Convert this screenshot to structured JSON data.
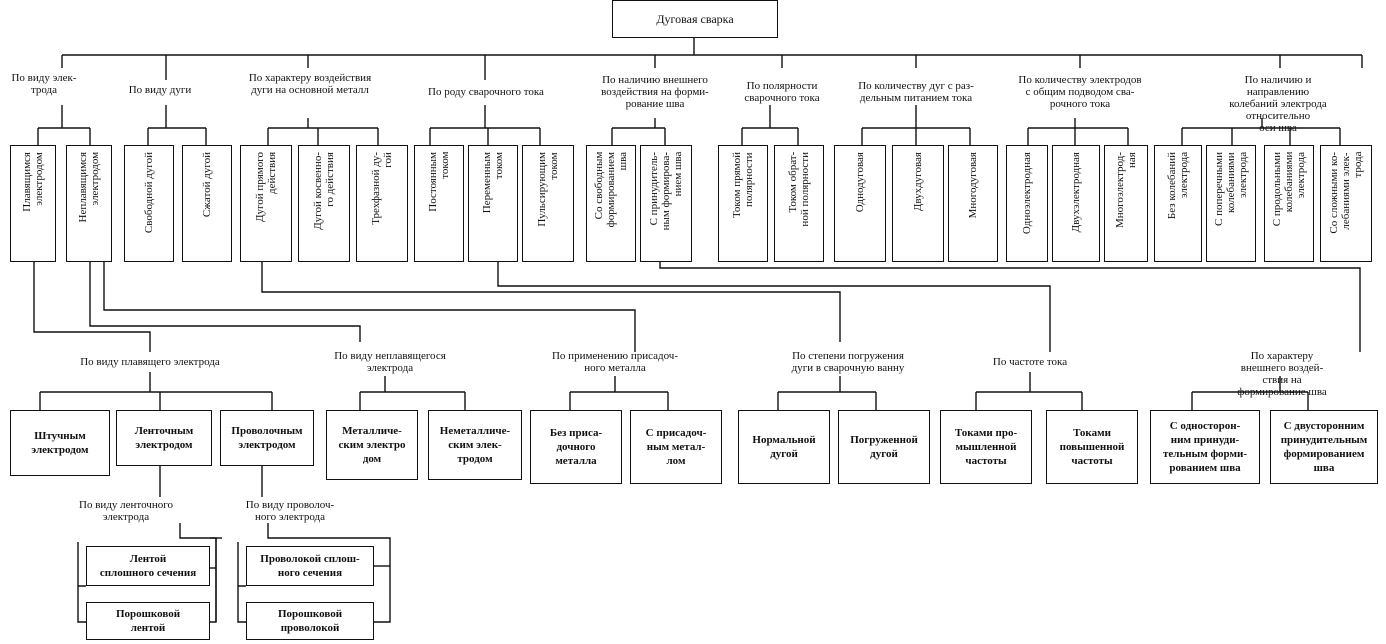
{
  "root": "Дуговая сварка",
  "criteria_top": [
    "По виду элек-\nтрода",
    "По виду дуги",
    "По характеру воздействия\nдуги на основной металл",
    "По роду сварочного тока",
    "По наличию внешнего\nвоздействия на форми-\nрование шва",
    "По полярности\nсварочного тока",
    "По  количеству дуг с раз-\nдельным питанием тока",
    "По количеству электродов\nс общим подводом сва-\nрочного тока",
    "По наличию и направлению\nколебаний электрода относительно\nоси шва"
  ],
  "vertical_boxes": [
    "Плавящимся\nэлектродом",
    "Неплавящимся\nэлектродом",
    "Свободной дугой",
    "Сжатой дугой",
    "Дугой прямого\nдействия",
    "Дугой косвенно-\nго действия",
    "Трехфазной ду-\nгой",
    "Постоянным\nтоком",
    "Переменным\nтоком",
    "Пульсирующим\nтоком",
    "Со свободным\nформированием\nшва",
    "С принудитель-\nным формирова-\nнием шва",
    "Током прямой\nполярности",
    "Током обрат-\nной полярности",
    "Однодуговая",
    "Двухдуговая",
    "Многодуговая",
    "Одноэлектродная",
    "Двухэлектродная",
    "Многоэлектрод-\nная",
    "Без колебаний\nэлектрода",
    "С поперечными\nколебаниями\nэлектрода",
    "С продольными\nколебаниями\nэлектрода",
    "Со сложными ко-\nлебаниями элек-\nтрода"
  ],
  "criteria_bottom": [
    "По виду плавящего электрода",
    "По виду неплавящегося\nэлектрода",
    "По применению присадоч-\nного металла",
    "По степени погружения\nдуги в сварочную ванну",
    "По частоте тока",
    "По характеру внешнего воздей-\nствия на формирование шва"
  ],
  "lower_boxes": [
    "Штучным\nэлектродом",
    "Ленточным\nэлектродом",
    "Проволочным\nэлектродом",
    "Металличе-\nским электро\nдом",
    "Неметалличе-\nским элек-\nтродом",
    "Без приса-\nдочного\nметалла",
    "С присадоч-\nным метал-\nлом",
    "Нормальной\nдугой",
    "Погруженной\nдугой",
    "Токами про-\nмышленной\nчастоты",
    "Токами\nповышенной\nчастоты",
    "С односторон-\nним принуди-\nтельным форми-\nрованием шва",
    "С двусторонним\nпринудительным\nформированием\nшва"
  ],
  "criteria_sub": [
    "По виду ленточного\nэлектрода",
    "По виду проволоч-\nного электрода"
  ],
  "sub_boxes": [
    "Лентой\nсплошного сечения",
    "Порошковой\nлентой",
    "Проволокой сплош-\nного сечения",
    "Порошковой\nпроволокой"
  ]
}
